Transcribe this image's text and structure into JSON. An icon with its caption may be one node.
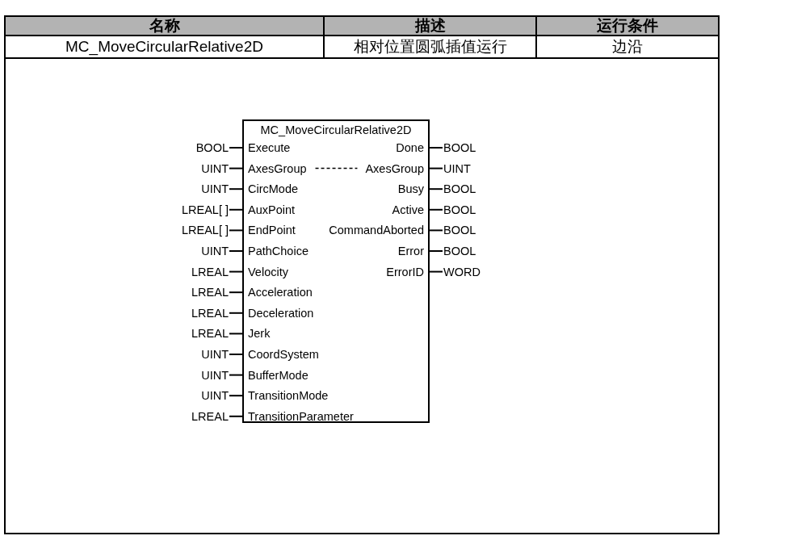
{
  "diagram": {
    "nodes": [
      {
        "text": [
          "MC_MoveCircularRelative2D"
        ]
      },
      {
        "text": [
          "Execute"
        ],
        "in": 0
      },
      {
        "text": [
          "AxesGroup"
        ],
        "in": 0
      },
      {
        "text": [
          "CircMode"
        ],
        "in": 0
      },
      {
        "text": [
          "AuxPoint"
        ],
        "in": 0
      },
      {
        "text": [
          "EndPoint"
        ],
        "in": 0
      },
      {
        "text": [
          "PathChoice"
        ],
        "in": 0
      },
      {
        "text": [
          "Velocity"
        ],
        "in": 0
      },
      {
        "text": [
          "Acceleration"
        ],
        "in": 0
      },
      {
        "text": [
          "Deceleration"
        ],
        "in": 0
      },
      {
        "text": [
          "Jerk"
        ],
        "in": 0
      },
      {
        "text": [
          "CoordSystem"
        ],
        "in": 0
      },
      {
        "text": [
          "BufferMode"
        ],
        "in": 0
      },
      {
        "text": [
          "TransitionMode"
        ],
        "in": 0
      },
      {
        "text": [
          "TransitionParameter"
        ],
        "in": 0
      },
      {
        "text": [
          "Done"
        ],
        "in": 0
      },
      {
        "text": [
          "AxesGroup"
        ],
        "in": 0
      },
      {
        "text": [
          "Busy"
        ],
        "in": 0
      },
      {
        "text": [
          "Active"
        ],
        "in": 0
      },
      {
        "text": [
          "CommandAborted"
        ],
        "in": 0
      },
      {
        "text": [
          "Error"
        ],
        "in": 0
      },
      {
        "text": [
          "ErrorID"
        ],
        "in": 0
      },
      {
        "text": [
          "BOOL"
        ]
      },
      {
        "text": [
          "UINT"
        ]
      },
      {
        "text": [
          "UINT"
        ]
      },
      {
        "text": [
          "LREAL[ ]"
        ]
      },
      {
        "text": [
          "LREAL[ ]"
        ]
      },
      {
        "text": [
          "UINT"
        ]
      },
      {
        "text": [
          "LREAL"
        ]
      },
      {
        "text": [
          "LREAL"
        ]
      },
      {
        "text": [
          "LREAL"
        ]
      },
      {
        "text": [
          "LREAL"
        ]
      },
      {
        "text": [
          "UINT"
        ]
      },
      {
        "text": [
          "UINT"
        ]
      },
      {
        "text": [
          "UINT"
        ]
      },
      {
        "text": [
          "LREAL"
        ]
      },
      {
        "text": [
          "BOOL"
        ]
      },
      {
        "text": [
          "UINT"
        ]
      },
      {
        "text": [
          "BOOL"
        ]
      },
      {
        "text": [
          "BOOL"
        ]
      },
      {
        "text": [
          "BOOL"
        ]
      },
      {
        "text": [
          "BOOL"
        ]
      },
      {
        "text": [
          "WORD"
        ]
      }
    ],
    "edges": [
      {
        "from": 22,
        "to": 1,
        "arrow": "none"
      },
      {
        "from": 23,
        "to": 2,
        "arrow": "none"
      },
      {
        "from": 24,
        "to": 3,
        "arrow": "none"
      },
      {
        "from": 25,
        "to": 4,
        "arrow": "none"
      },
      {
        "from": 26,
        "to": 5,
        "arrow": "none"
      },
      {
        "from": 27,
        "to": 6,
        "arrow": "none"
      },
      {
        "from": 28,
        "to": 7,
        "arrow": "none"
      },
      {
        "from": 29,
        "to": 8,
        "arrow": "none"
      },
      {
        "from": 30,
        "to": 9,
        "arrow": "none"
      },
      {
        "from": 31,
        "to": 10,
        "arrow": "none"
      },
      {
        "from": 32,
        "to": 11,
        "arrow": "none"
      },
      {
        "from": 33,
        "to": 12,
        "arrow": "none"
      },
      {
        "from": 34,
        "to": 13,
        "arrow": "none"
      },
      {
        "from": 35,
        "to": 14,
        "arrow": "none"
      },
      {
        "from": 15,
        "to": 36,
        "arrow": "none"
      },
      {
        "from": 16,
        "to": 37,
        "arrow": "none"
      },
      {
        "from": 17,
        "to": 38,
        "arrow": "none"
      },
      {
        "from": 18,
        "to": 39,
        "arrow": "none"
      },
      {
        "from": 19,
        "to": 40,
        "arrow": "none"
      },
      {
        "from": 20,
        "to": 41,
        "arrow": "none"
      },
      {
        "from": 21,
        "to": 42,
        "arrow": "none"
      },
      {
        "from": 2,
        "to": 16,
        "arrow": "none",
        "style": "dashed"
      }
    ],
    "labels": [
      "名称",
      "描述",
      "运行条件",
      "MC_MoveCircularRelative2D",
      "相对位置圆弧插值运行",
      "边沿"
    ]
  }
}
